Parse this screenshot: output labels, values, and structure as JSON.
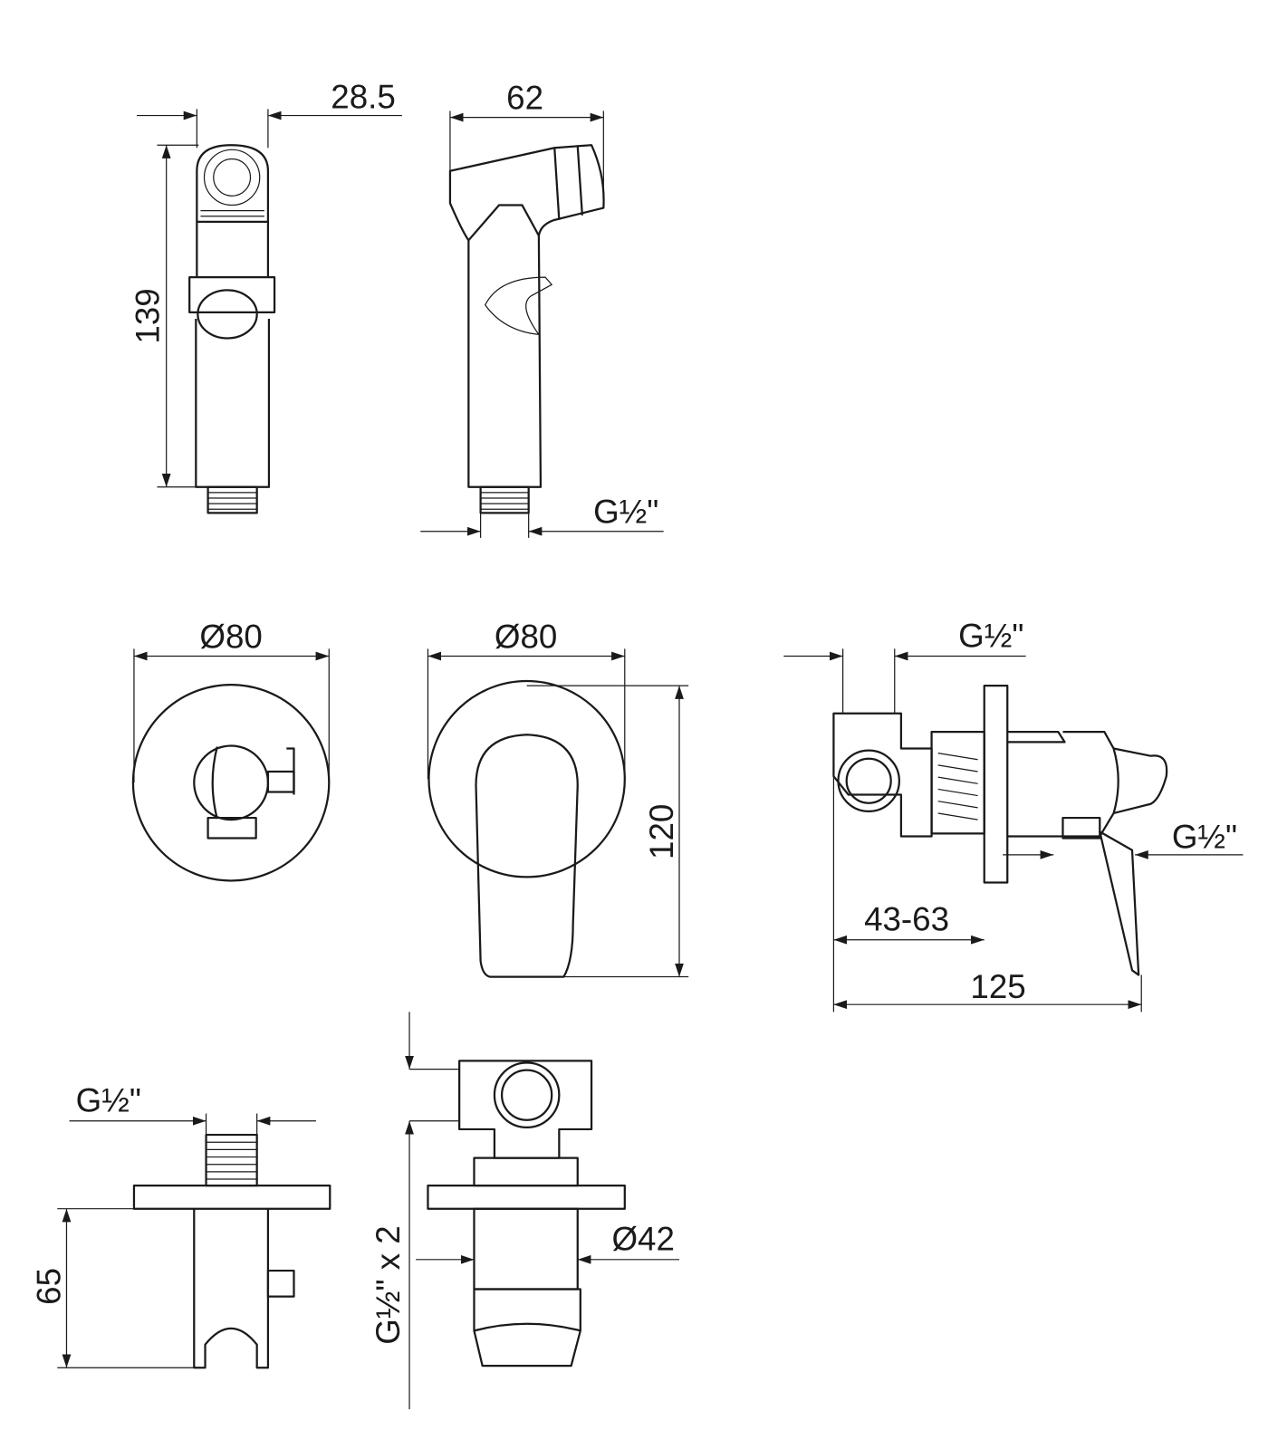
{
  "colors": {
    "stroke": "#1a1a1a",
    "background": "#ffffff"
  },
  "dimensions": {
    "handset_width": "28.5",
    "handset_depth": "62",
    "handset_height": "139",
    "handset_thread": "G½\"",
    "plate_diameter_left": "Ø80",
    "plate_diameter_right": "Ø80",
    "mixer_height": "120",
    "mixer_top_thread": "G½\"",
    "mixer_outlet_thread": "G½\"",
    "wall_depth": "43-63",
    "total_depth": "125",
    "holder_thread": "G½\"",
    "holder_height": "65",
    "body_threads": "G½\" x 2",
    "body_diameter": "Ø42"
  }
}
